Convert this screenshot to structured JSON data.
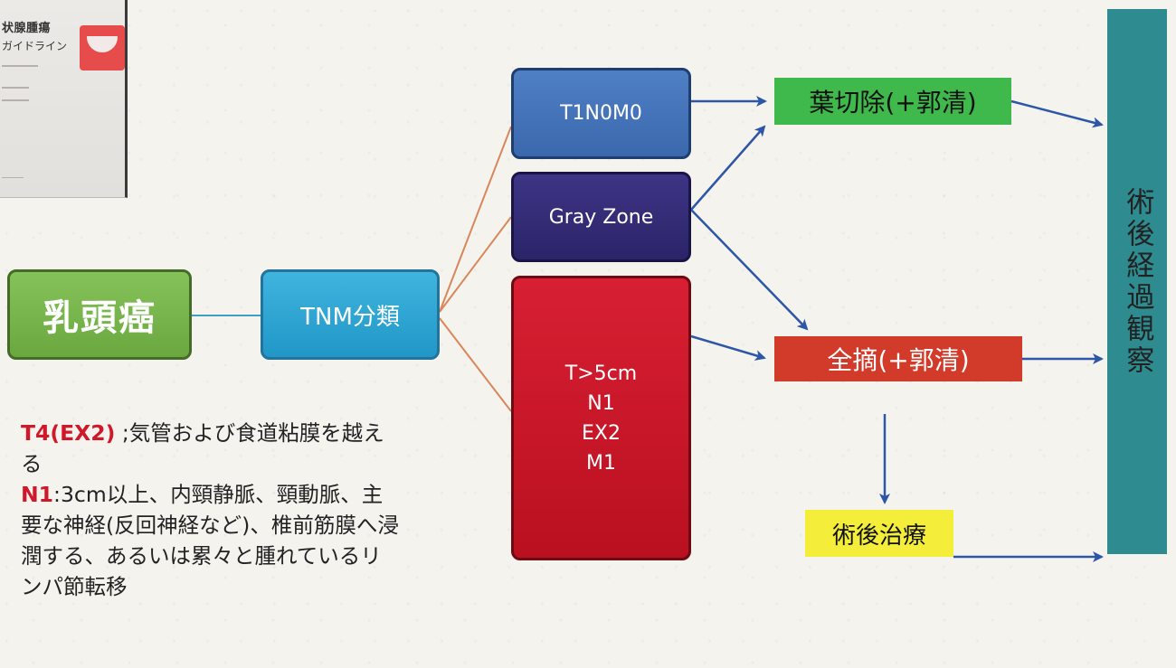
{
  "book_cover": {
    "title": "状腺腫瘍",
    "subtitle": "ガイドライン"
  },
  "nodes": {
    "nyuto": "乳頭癌",
    "tnm": "TNM分類",
    "t1n0m0": "T1N0M0",
    "gray_zone": "Gray Zone",
    "advanced": [
      "T>5cm",
      "N1",
      "EX2",
      "M1"
    ],
    "lobectomy": "葉切除(+郭清)",
    "total": "全摘(+郭清)",
    "postop_treatment": "術後治療",
    "followup": "術後経過観察"
  },
  "notes": {
    "t4_label": "T4(EX2)",
    "t4_text": ";気管および食道粘膜を越える",
    "n1_label": "N1",
    "n1_text": ":3cm以上、内頸静脈、頸動脈、主要な神経(反回神経など)、椎前筋膜へ浸潤する、あるいは累々と腫れているリンパ節転移"
  },
  "colors": {
    "green": "#6aa83f",
    "cyan": "#2197c8",
    "blue": "#3b68ad",
    "navy": "#2c2468",
    "red": "#b9101f",
    "bright_green": "#3fb94b",
    "orange_red": "#d23a2a",
    "yellow": "#f4ee3b",
    "teal": "#2e8b8f",
    "arrow": "#2d56a6",
    "connector": "#d9875a"
  }
}
